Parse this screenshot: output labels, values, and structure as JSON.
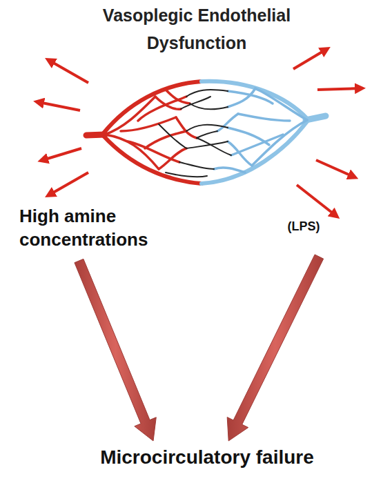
{
  "diagram": {
    "title": "Vasoplegic Endothelial Dysfunction",
    "nodes": [
      {
        "text": [
          "High amine concentrations"
        ]
      },
      {
        "text": [
          "(LPS)"
        ]
      },
      {
        "text": [
          "Microcirculatory failure"
        ]
      }
    ],
    "edges": [
      {
        "from": 0,
        "to": 2,
        "arrow": "to"
      },
      {
        "from": 1,
        "to": 2,
        "arrow": "to"
      }
    ]
  }
}
